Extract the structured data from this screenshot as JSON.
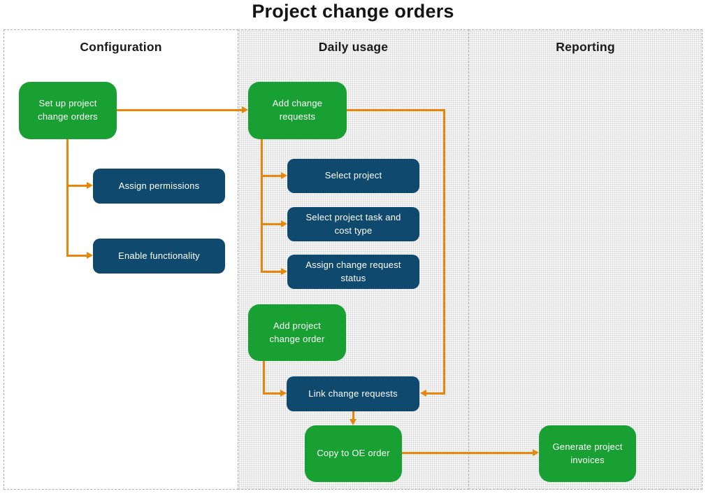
{
  "title": "Project change orders",
  "columns": [
    {
      "label": "Configuration"
    },
    {
      "label": "Daily usage"
    },
    {
      "label": "Reporting"
    }
  ],
  "nodes": {
    "setup": {
      "label": "Set up project change orders"
    },
    "assign_permissions": {
      "label": "Assign permissions"
    },
    "enable_functionality": {
      "label": "Enable functionality"
    },
    "add_change_requests": {
      "label": "Add change requests"
    },
    "select_project": {
      "label": "Select project"
    },
    "select_task_cost": {
      "label": "Select project task and cost type"
    },
    "assign_status": {
      "label": "Assign change request status"
    },
    "add_change_order": {
      "label": "Add project change order"
    },
    "link_change_requests": {
      "label": "Link change requests"
    },
    "copy_oe": {
      "label": "Copy to OE order"
    },
    "generate_invoices": {
      "label": "Generate project invoices"
    }
  },
  "colors": {
    "primary_green": "#18a033",
    "dark_blue": "#0f4a6e",
    "connector_orange": "#e8860b",
    "border_gray": "#b0b0b0"
  }
}
